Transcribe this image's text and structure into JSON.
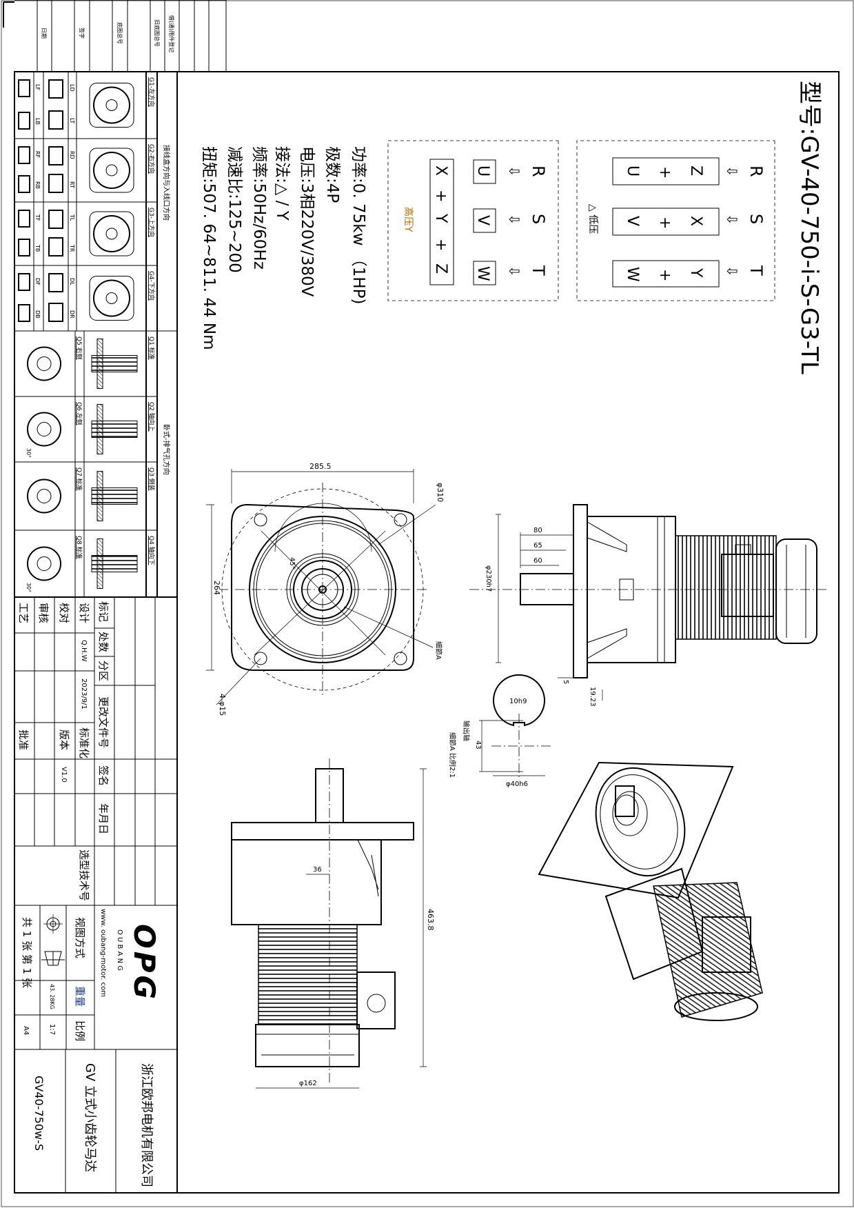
{
  "title": "型号:GV-40-750-i-S-G3-TL",
  "wiring": {
    "low": {
      "caption": "△ 低压",
      "phases": [
        "R",
        "S",
        "T"
      ],
      "arrow": "⇩",
      "pairs": [
        [
          "Z",
          "+",
          "U"
        ],
        [
          "X",
          "+",
          "V"
        ],
        [
          "Y",
          "+",
          "W"
        ]
      ]
    },
    "high": {
      "caption": "高压Y",
      "phases": [
        "R",
        "S",
        "T"
      ],
      "arrow": "⇩",
      "terminals": [
        "U",
        "V",
        "W"
      ],
      "star": [
        "X",
        "+",
        "Y",
        "+",
        "Z"
      ]
    }
  },
  "specs": [
    "功率:0. 75kw （1HP)",
    "极数:4P",
    "电压:3相220V/380V",
    "接法:△ / Y",
    "频率:50Hz/60Hz",
    "减速比:125~200",
    "扭矩:507. 64~811. 44 Nm"
  ],
  "revision_strip": [
    "日期",
    "签字",
    "底图总号",
    "旧底图总号",
    "借(通)用件登记"
  ],
  "orientation_panel": {
    "terminal_caption": "接线盒方向与入线口方向",
    "horizontal_caption": "卧式-排气孔方向",
    "groups": [
      {
        "caption": "G1-左方向",
        "codes": [
          "LD",
          "LT"
        ],
        "subcodes": [
          "LF",
          "LB"
        ]
      },
      {
        "caption": "G2-右方向",
        "codes": [
          "RD",
          "RT"
        ],
        "subcodes": [
          "RF",
          "RB"
        ]
      },
      {
        "caption": "G3-上方向",
        "codes": [
          "TL",
          "TR"
        ],
        "subcodes": [
          "TF",
          "TB"
        ]
      },
      {
        "caption": "G4-下方向",
        "codes": [
          "DL",
          "DR"
        ],
        "subcodes": [
          "DF",
          "DB"
        ]
      }
    ],
    "mounts": [
      {
        "caption": "Q1 标准",
        "alt": "Q5 右侧"
      },
      {
        "caption": "Q2 轴向上",
        "alt": "Q6 左侧"
      },
      {
        "caption": "Q3 倒装",
        "alt": "Q7 标准"
      },
      {
        "caption": "Q4 轴向下",
        "alt": "Q8 标准"
      }
    ],
    "angle_a": "30°",
    "angle_b": "30°"
  },
  "dimensions": {
    "front": {
      "width": "285.5",
      "height": "264",
      "diameter": "φ310",
      "holes": "4-φ15",
      "angle": "45°",
      "detail": "細節A"
    },
    "side": {
      "l80": "80",
      "l65": "65",
      "l60": "60",
      "pilot": "φ230h7",
      "flange_t": "5",
      "offset": "19.23"
    },
    "detail": {
      "key": "10h9",
      "height": "43",
      "shaft": "φ40h6",
      "name": "输出轴",
      "scale": "細節A 比例2:1"
    },
    "vertical": {
      "length": "463.8",
      "step": "36",
      "motor_d": "φ162"
    }
  },
  "title_block": {
    "headers": [
      "标记",
      "处数",
      "分区",
      "更改文件号",
      "签名",
      "年月日"
    ],
    "roles": [
      "设计",
      "校对",
      "审核",
      "工艺"
    ],
    "designer": "Q.H.W",
    "date": "2023/9/1",
    "standardize": "标准化",
    "version_label": "版本",
    "version": "V1.0",
    "approve": "批准",
    "selection_no": "选型技术号",
    "view_method": "视图方式",
    "weight_label": "重量",
    "weight": "43. 28KG",
    "scale_label": "比例",
    "scale": "1:7",
    "paper": "A4",
    "sheets": "共 1 张 第 1 张",
    "logo": "OPG",
    "brand": "O U B A N G",
    "website": "www. oubang-motor. com",
    "company": "浙江欧邦电机有限公司",
    "product": "GV  立式小齿轮马达",
    "drawing_no": "GV40-750w-S"
  }
}
